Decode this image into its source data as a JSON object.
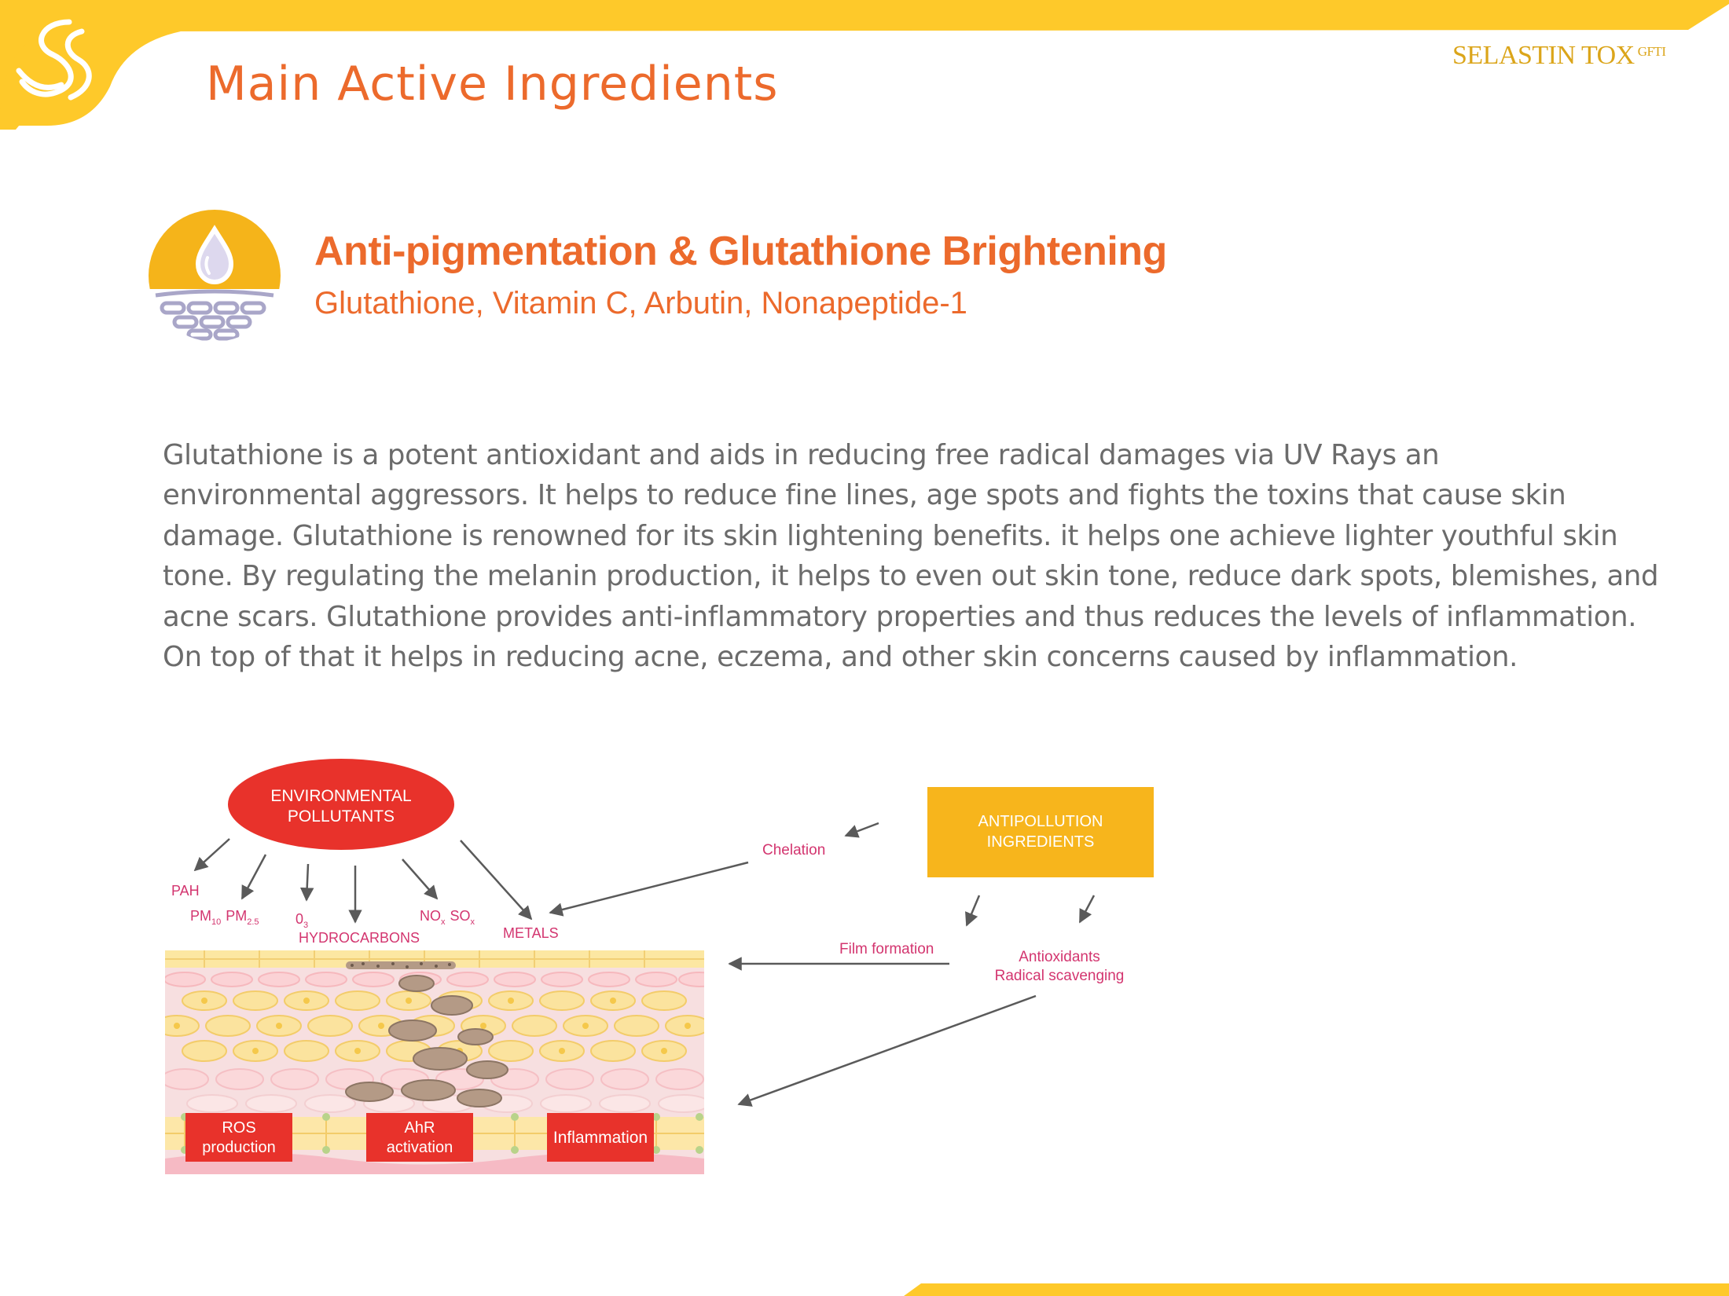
{
  "header": {
    "title": "Main Active Ingredients",
    "brand": "SELASTIN TOX",
    "brand_sup": "GFTI"
  },
  "section": {
    "icon": "water-drop-on-skin-icon",
    "title": "Anti-pigmentation & Glutathione Brightening",
    "subtitle": "Glutathione, Vitamin C, Arbutin, Nonapeptide-1"
  },
  "body_lines": [
    "Glutathione is a potent antioxidant and aids in reducing free radical damages via UV Rays an",
    "environmental aggressors. It helps to reduce fine lines, age spots and fights the toxins that cause skin",
    "damage. Glutathione  is renowned for its skin lightening benefits. it helps one achieve lighter youthful skin",
    "tone. By regulating the melanin production, it helps to even out skin tone, reduce dark spots, blemishes, and",
    "acne scars. Glutathione provides anti-inflammatory properties and thus reduces the levels of inflammation.",
    "On top of that it helps in reducing acne, eczema, and other skin concerns caused by inflammation."
  ],
  "diagram": {
    "pollutants_line1": "ENVIRONMENTAL",
    "pollutants_line2": "POLLUTANTS",
    "pah": "PAH",
    "pm10": "PM",
    "pm10_sub": "10",
    "pm25": "PM",
    "pm25_sub": "2.5",
    "o3": "0",
    "o3_sub": "3",
    "hydrocarbons": "HYDROCARBONS",
    "nox": "NO",
    "nox_sub": "x",
    "sox": "SO",
    "sox_sub": "x",
    "metals": "METALS",
    "chelation": "Chelation",
    "antipollution_line1": "ANTIPOLLUTION",
    "antipollution_line2": "INGREDIENTS",
    "film_formation": "Film formation",
    "antioxidants_line1": "Antioxidants",
    "antioxidants_line2": "Radical scavenging",
    "ros_line1": "ROS",
    "ros_line2": "production",
    "ahr_line1": "AhR",
    "ahr_line2": "activation",
    "inflammation": "Inflammation"
  },
  "colors": {
    "accent_yellow": "#fec92a",
    "title_orange": "#ec6a2c",
    "brand_gold": "#dba51a",
    "red": "#e8322b",
    "pink_label": "#d3356f",
    "body_gray": "#6b6b6b"
  }
}
